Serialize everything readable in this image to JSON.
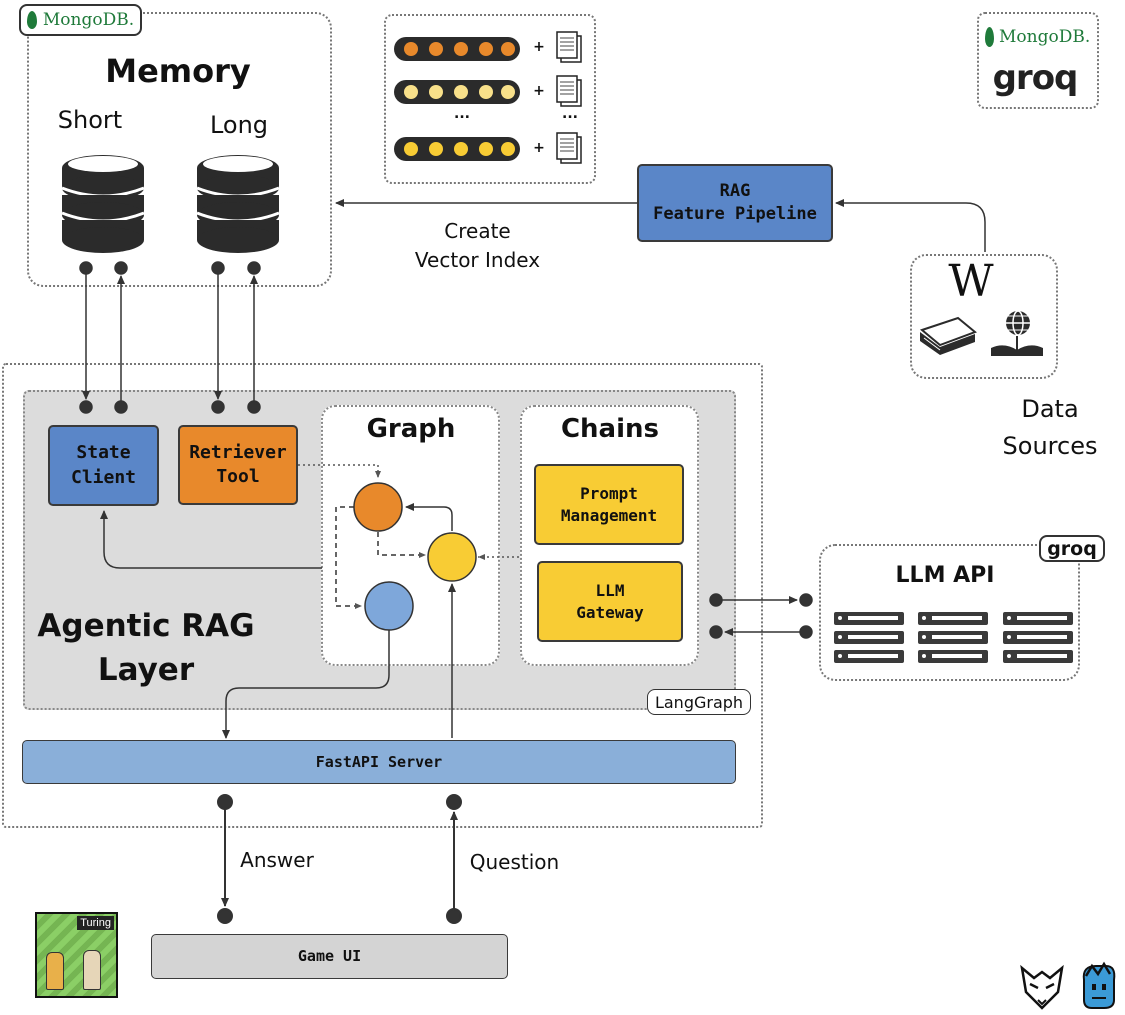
{
  "memory": {
    "title": "Memory",
    "short_label": "Short",
    "long_label": "Long",
    "logo": "MongoDB."
  },
  "vector_index": {
    "label_line1": "Create",
    "label_line2": "Vector Index",
    "ellipsis": "...",
    "plus": "+"
  },
  "rag_pipeline": {
    "label": "RAG\nFeature Pipeline"
  },
  "top_logos": {
    "mongodb": "MongoDB.",
    "groq": "groq"
  },
  "data_sources": {
    "label_line1": "Data",
    "label_line2": "Sources"
  },
  "agentic": {
    "title_line1": "Agentic RAG",
    "title_line2": "Layer",
    "state_client": "State\nClient",
    "retriever_tool": "Retriever\nTool",
    "graph_title": "Graph",
    "chains_title": "Chains",
    "prompt_management": "Prompt\nManagement",
    "llm_gateway": "LLM\nGateway",
    "langgraph": "LangGraph"
  },
  "llm_api": {
    "title": "LLM API",
    "logo": "groq"
  },
  "fastapi": {
    "label": "FastAPI Server"
  },
  "game_ui": {
    "label": "Game UI",
    "answer": "Answer",
    "question": "Question",
    "thumb_badge": "Turing"
  },
  "colors": {
    "blue": "#5a86c8",
    "orange": "#e8892b",
    "yellow": "#f8cc34",
    "light_blue": "#8aafd9",
    "grey": "#d4d4d4",
    "mongodb_green": "#1f7a3a"
  }
}
